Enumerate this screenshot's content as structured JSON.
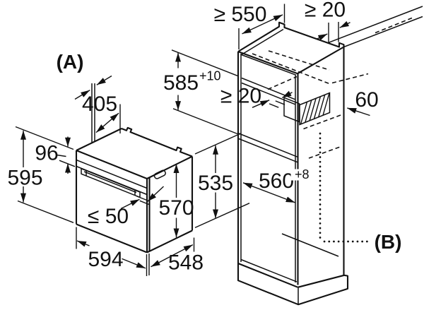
{
  "drawing": {
    "title": "Built-in oven installation dimension drawing",
    "line_color": "#111111",
    "background_color": "#ffffff",
    "labels": {
      "a": "(A)",
      "b": "(B)"
    },
    "oven_dims": {
      "top_offset": "405",
      "control_panel_height": "96",
      "front_height": "595",
      "handle_clearance": "≤ 50",
      "door_height": "570",
      "body_height": "535",
      "width": "594",
      "depth": "548"
    },
    "niche_dims": {
      "min_depth": "≥ 550",
      "top_rear_gap": "≥ 20",
      "height": "585",
      "height_tolerance": "+10",
      "mid_rear_gap": "≥ 20",
      "rear_vent_depth": "60",
      "width": "560",
      "width_tolerance": "+8"
    }
  }
}
